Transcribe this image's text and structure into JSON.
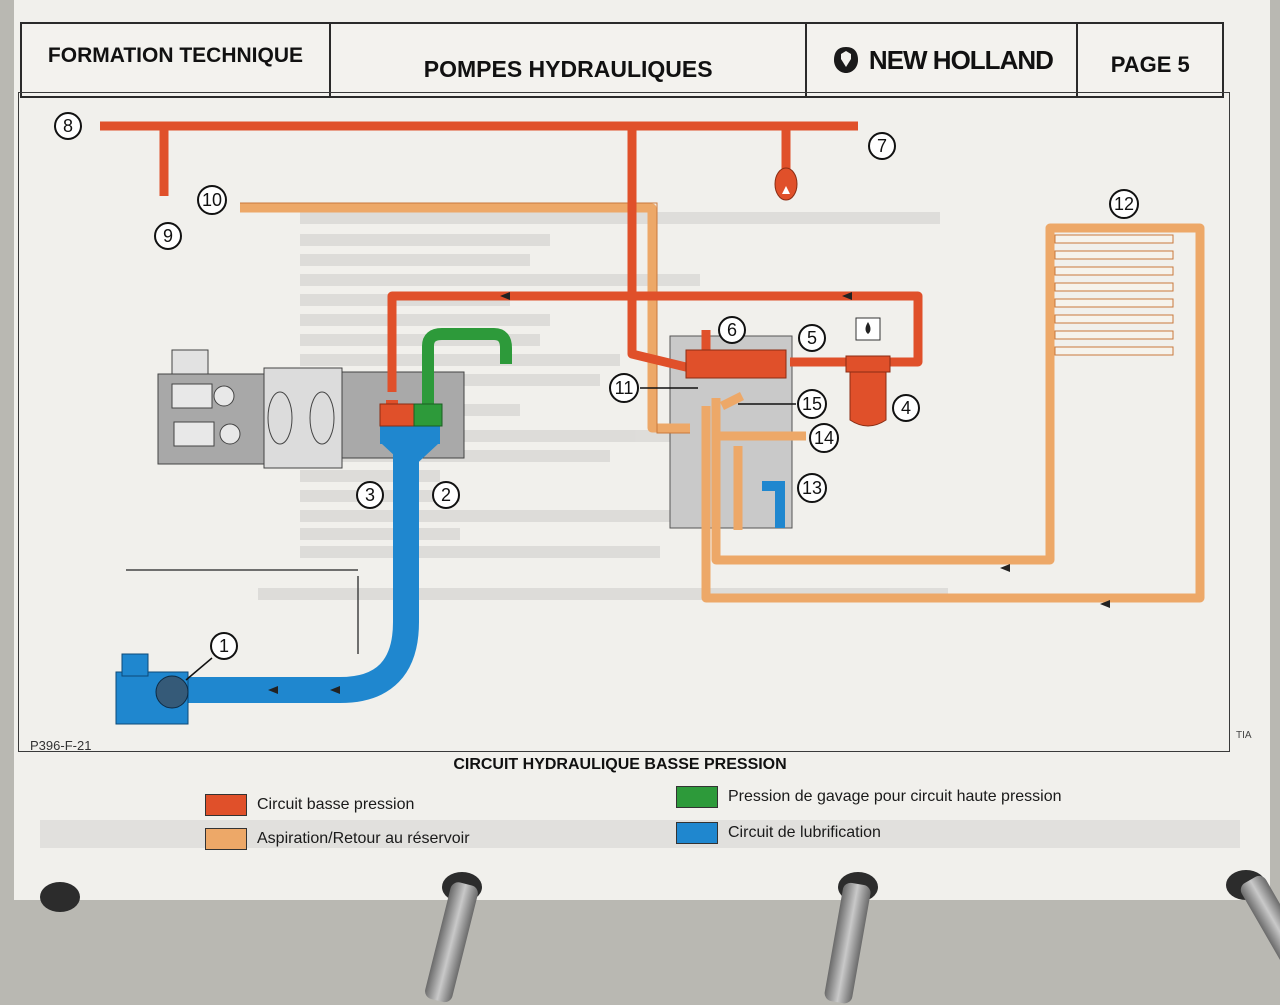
{
  "header": {
    "left": "FORMATION TECHNIQUE",
    "title": "POMPES HYDRAULIQUES",
    "brand": "NEW HOLLAND",
    "page": "PAGE 5"
  },
  "diagram": {
    "ref_code": "P396-F-21",
    "corner_mark": "TIA",
    "caption": "CIRCUIT HYDRAULIQUE BASSE PRESSION",
    "components": [
      "1",
      "2",
      "3",
      "4",
      "5",
      "6",
      "7",
      "8",
      "9",
      "10",
      "11",
      "12",
      "13",
      "14",
      "15"
    ]
  },
  "legend": [
    {
      "label": "Circuit basse pression",
      "color": "#e0502a"
    },
    {
      "label": "Aspiration/Retour au réservoir",
      "color": "#eda868"
    },
    {
      "label": "Pression de gavage pour circuit haute pression",
      "color": "#2d9a3a"
    },
    {
      "label": "Circuit de lubrification",
      "color": "#1f87cf"
    }
  ],
  "colors": {
    "low_pressure": "#e0502a",
    "return": "#eda868",
    "charge": "#2d9a3a",
    "lubrication": "#1f87cf",
    "housing": "#c9c9c9"
  }
}
